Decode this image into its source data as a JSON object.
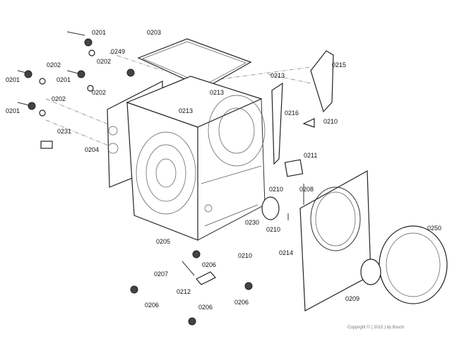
{
  "diagram": {
    "labels": [
      "0201",
      "0203",
      "0249",
      "0202",
      "0202",
      "0201",
      "0201",
      "0202",
      "0213",
      "0215",
      "0202",
      "0213",
      "0201",
      "0213",
      "0216",
      "0210",
      "0231",
      "0204",
      "0211",
      "0208",
      "0210",
      "0230",
      "0210",
      "0250",
      "0214",
      "0205",
      "0210",
      "0206",
      "0207",
      "0212",
      "0209",
      "0206",
      "0206",
      "0206"
    ],
    "copyright": "Copyright © ( 2015 ) by Bosch"
  }
}
